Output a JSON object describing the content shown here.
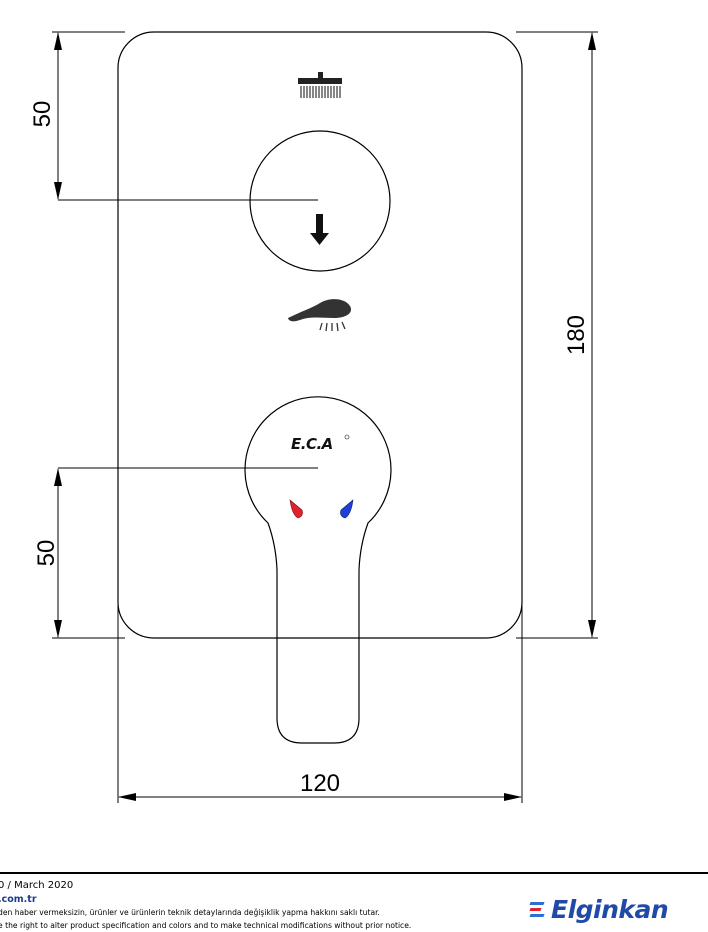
{
  "drawing": {
    "dimensions": {
      "top_offset": "50",
      "bottom_offset": "50",
      "height": "180",
      "width": "120"
    },
    "logo_text": "E.C.A",
    "icons": [
      "shower-head-icon",
      "diverter-arrow-icon",
      "hand-shower-icon",
      "hot-indicator-icon",
      "cold-indicator-icon"
    ],
    "colors": {
      "hot": "#e0212e",
      "cold": "#1f3fd6"
    }
  },
  "footer": {
    "date": "0 / March 2020",
    "website": ".com.tr",
    "notice_tr": "den haber vermeksizin, ürünler ve ürünlerin teknik detaylarında değişiklik yapma hakkını saklı tutar.",
    "notice_en": "e the right to alter product specification and colors and to make technical modifications without prior notice.",
    "brand": "Elginkan",
    "brand_color": "#1f4aa8"
  }
}
